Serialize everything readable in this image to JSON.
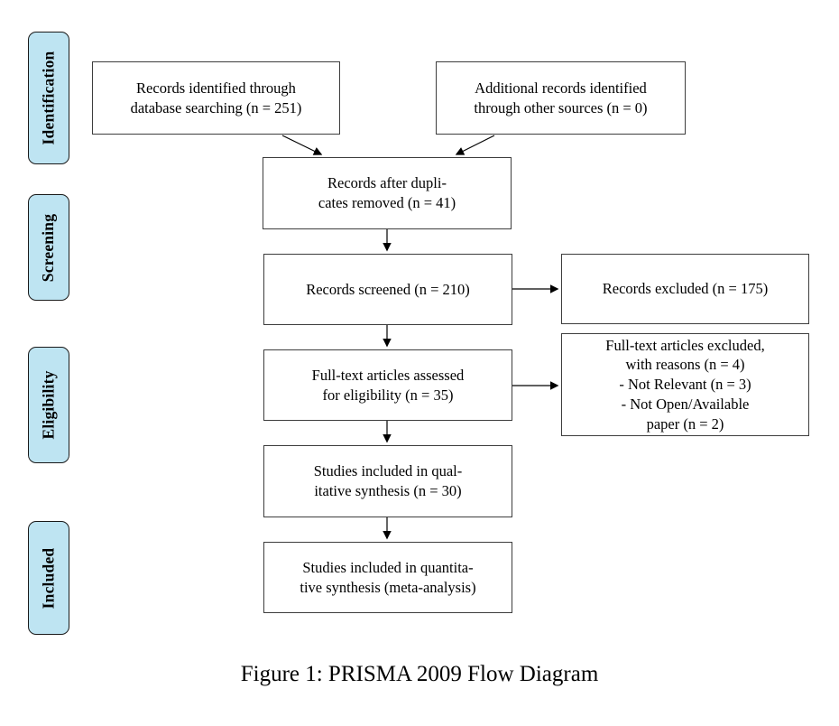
{
  "diagram": {
    "title": "PRISMA 2009 Flow Diagram",
    "caption": "Figure 1: PRISMA 2009 Flow Diagram",
    "colors": {
      "stage_fill": "#BEE4F2",
      "stage_border": "#1a1a1a",
      "box_border": "#3d3d3d",
      "arrow": "#000000",
      "background": "#ffffff"
    },
    "stages": [
      {
        "id": "identification",
        "label": "Identification"
      },
      {
        "id": "screening",
        "label": "Screening"
      },
      {
        "id": "eligibility",
        "label": "Eligibility"
      },
      {
        "id": "included",
        "label": "Included"
      }
    ],
    "boxes": [
      {
        "id": "records-identified",
        "n": 251,
        "text": "Records identified through\ndatabase searching (n = 251)"
      },
      {
        "id": "additional-records",
        "n": 0,
        "text": "Additional records identified\nthrough other sources (n = 0)"
      },
      {
        "id": "after-duplicates",
        "n": 41,
        "text": "Records after dupli-\ncates removed (n = 41)"
      },
      {
        "id": "records-screened",
        "n": 210,
        "text": "Records screened (n = 210)"
      },
      {
        "id": "records-excluded",
        "n": 175,
        "text": "Records excluded (n = 175)"
      },
      {
        "id": "fulltext-assessed",
        "n": 35,
        "text": "Full-text articles assessed\nfor eligibility (n = 35)"
      },
      {
        "id": "fulltext-excluded",
        "n": 4,
        "text": "Full-text articles excluded,\nwith reasons (n = 4)\n- Not Relevant (n = 3)\n- Not Open/Available\npaper (n = 2)"
      },
      {
        "id": "qualitative-synthesis",
        "n": 30,
        "text": "Studies included in qual-\nitative synthesis (n = 30)"
      },
      {
        "id": "quantitative-synthesis",
        "text": "Studies included in quantita-\ntive synthesis (meta-analysis)"
      }
    ]
  }
}
